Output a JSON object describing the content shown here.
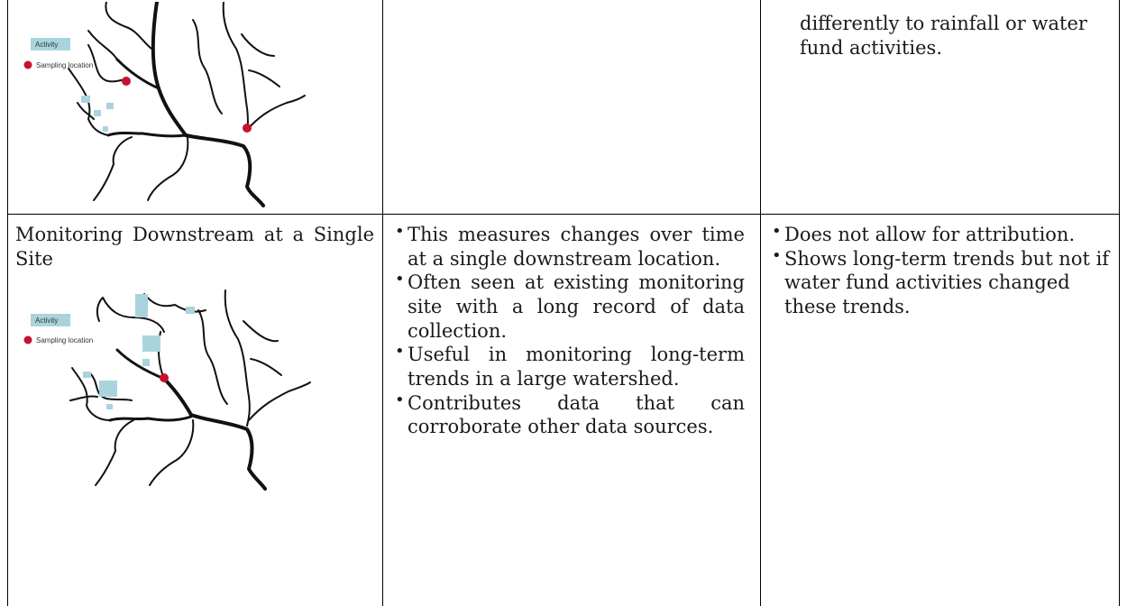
{
  "map_legend": {
    "activity_label": "Activity",
    "sampling_label": "Sampling location",
    "colors": {
      "activity": "#a9d4dd",
      "sampling": "#c8102e",
      "river": "#111111"
    },
    "icons": [
      "activity-swatch",
      "sampling-dot-icon"
    ]
  },
  "rows": [
    {
      "method": "",
      "description": [],
      "limitations_text": "differently to rainfall or water fund activities."
    },
    {
      "method": "Monitoring Downstream at a Single Site",
      "description": [
        "This measures changes over time at a single downstream location.",
        "Often seen at existing monitoring site with a long record of data collection.",
        "Useful in monitoring long-term trends in a large watershed.",
        "Contributes data that can corroborate other data sources."
      ],
      "limitations": [
        "Does not allow for attribution.",
        "Shows long-term trends but not if water fund activities changed these trends."
      ]
    }
  ]
}
